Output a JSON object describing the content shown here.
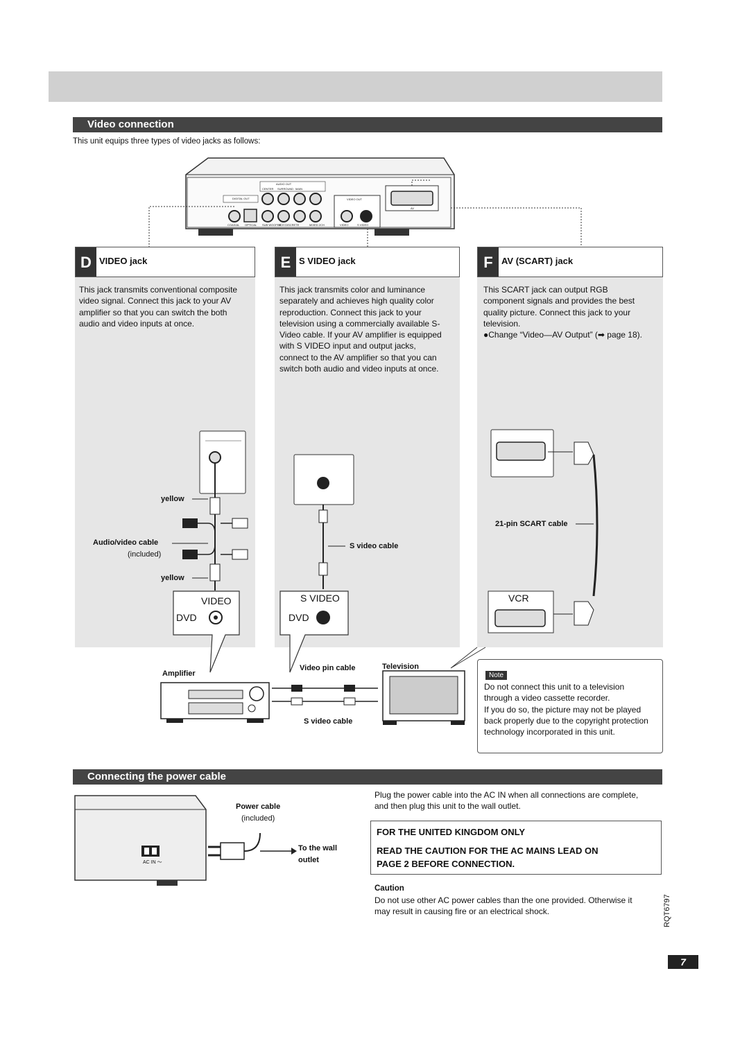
{
  "sections": {
    "video": {
      "title": "Video connection",
      "intro": "This unit equips three types of video jacks as follows:"
    },
    "power": {
      "title": "Connecting the power cable"
    }
  },
  "jacks": [
    {
      "letter": "D",
      "title": "VIDEO jack",
      "text": "This jack transmits conventional composite\nvideo signal. Connect this jack to your AV\namplifier so that you can switch the both\naudio and video inputs at once."
    },
    {
      "letter": "E",
      "title": "S VIDEO jack",
      "text": "This jack transmits color and luminance\nseparately and achieves high quality color\nreproduction. Connect this jack to your\ntelevision using a commercially available S-\nVideo cable. If your AV amplifier is equipped\nwith S VIDEO input and output jacks,\nconnect to the AV amplifier so that you can\nswitch both audio and video inputs at once."
    },
    {
      "letter": "F",
      "title": "AV (SCART) jack",
      "text": "This SCART jack can output RGB\ncomponent signals and provides the best\nquality picture. Connect this jack to your\ntelevision.\n●Change “Video—AV Output” (➡ page 18)."
    }
  ],
  "device_labels": {
    "audio_out": "AUDIO OUT",
    "center": "CENTER",
    "surround": "SURROUND",
    "main": "MAIN",
    "digital_out": "DIGITAL OUT",
    "coaxial": "COAXIAL",
    "optical": "OPTICAL",
    "sub_woofer": "SUB WOOFER",
    "ch6": "6CH DISCRETE",
    "mixed": "MIXED 2CH",
    "video_out": "VIDEO OUT",
    "video": "VIDEO",
    "s_video": "S VIDEO",
    "av": "AV"
  },
  "diagram": {
    "yellow_top": "yellow",
    "av_cable": "Audio/video cable",
    "included": "(included)",
    "yellow_bottom": "yellow",
    "s_video_cable": "S video cable",
    "scart_cable": "21-pin SCART cable",
    "box_d_top": "VIDEO",
    "box_d_bottom": "DVD",
    "box_e_top": "S VIDEO",
    "box_e_bottom": "DVD",
    "box_f": "VCR",
    "amplifier": "Amplifier",
    "video_pin_cable": "Video pin cable",
    "television": "Television",
    "s_video_cable2": "S video cable"
  },
  "note": {
    "tag": "Note",
    "text": "Do not connect this unit to a television\nthrough a video cassette recorder.\nIf you do so, the picture may not be played\nback properly due to the copyright protection\ntechnology incorporated in this unit."
  },
  "power": {
    "cable": "Power cable",
    "included": "(included)",
    "to_wall": "To the wall",
    "outlet": "outlet",
    "ac_in": "AC IN ～",
    "intro": "Plug the power cable into the AC IN when all connections are complete,\nand then plug this unit to the wall outlet.",
    "uk_title": "FOR THE UNITED KINGDOM ONLY",
    "uk_line1": "READ THE CAUTION FOR THE AC MAINS LEAD ON",
    "uk_line2": "PAGE 2 BEFORE CONNECTION.",
    "caution_title": "Caution",
    "caution_text": "Do not use other AC power cables than the one provided. Otherwise it\nmay result in causing fire or an electrical shock."
  },
  "footer": {
    "code": "RQT6797",
    "page": "7"
  }
}
